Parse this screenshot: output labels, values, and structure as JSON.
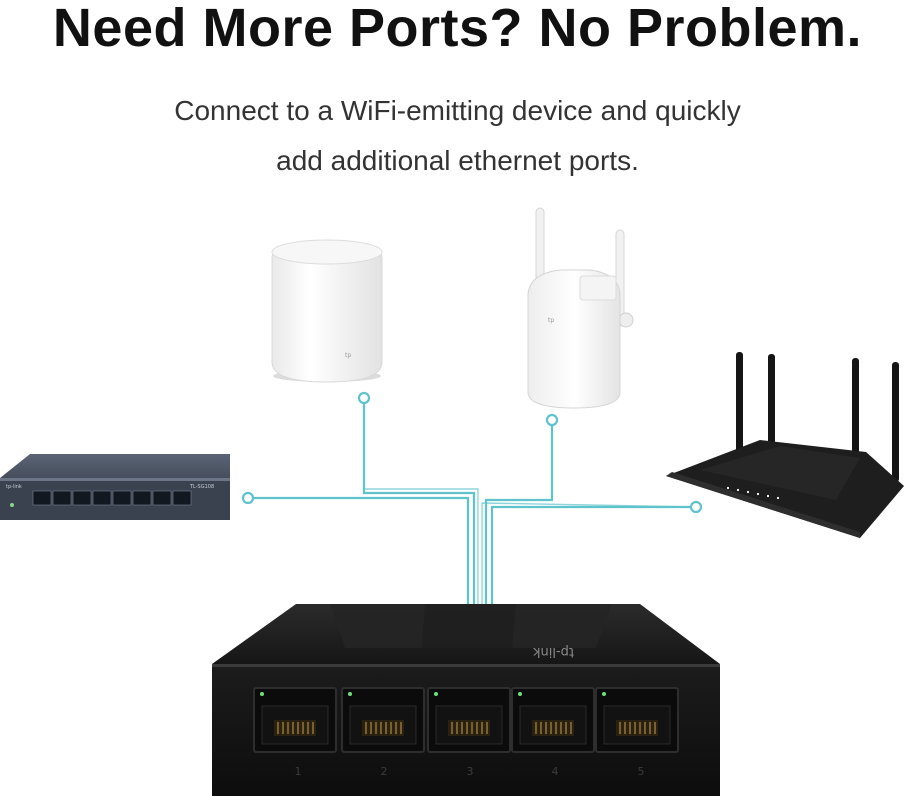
{
  "headline": "Need More Ports? No Problem.",
  "subheadline": {
    "line1": "Connect to a WiFi-emitting device and quickly",
    "line2": "add additional ethernet ports."
  },
  "devices": {
    "desktop_switch_brand": "tp-link",
    "port_numbers": [
      "1",
      "2",
      "3",
      "4",
      "5"
    ]
  },
  "colors": {
    "connector": "#5ec3cc",
    "switch_body": "#1b1b1b",
    "left_switch_body": "#4a5568"
  },
  "icons": [
    "mesh-unit-icon",
    "range-extender-icon",
    "router-icon",
    "gigabit-switch-icon",
    "desktop-switch-icon"
  ]
}
